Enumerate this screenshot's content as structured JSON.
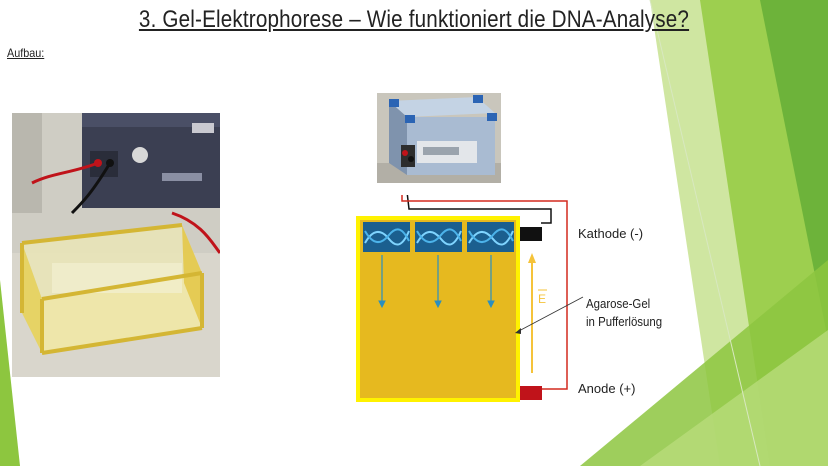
{
  "title": "3. Gel-Elektrophorese – Wie funktioniert die DNA-Analyse?",
  "section_label": "Aufbau:",
  "labels": {
    "kathode": "Kathode (-)",
    "anode": "Anode (+)",
    "gel_line1": "Agarose-Gel",
    "gel_line2": "in Pufferlösung",
    "field": "E"
  },
  "colors": {
    "green_light": "#c7e08a",
    "green_mid": "#8dc63f",
    "green_dark": "#5a9e2a",
    "gel": "#e6b91f",
    "gel_border": "#fff200",
    "well": "#1f6fa0",
    "wire_red": "#d42a1f",
    "cathode": "#111111",
    "anode": "#c0131a",
    "arrow_e": "#f5c33a"
  }
}
